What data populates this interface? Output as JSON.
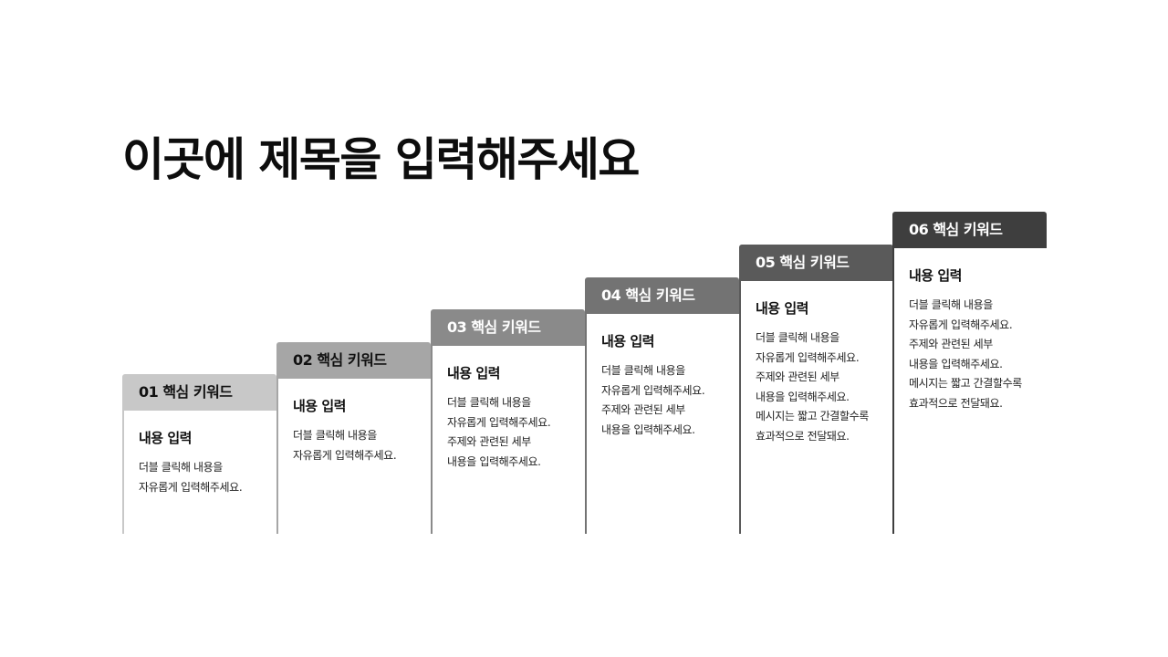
{
  "slide": {
    "title": "이곳에 제목을 입력해주세요"
  },
  "steps": [
    {
      "label": "01 핵심 키워드",
      "header_color": "#c8c8c8",
      "header_text_color": "#111111",
      "border_color": "#c8c8c8",
      "subtitle": "내용 입력",
      "lines": [
        "더블 클릭해 내용을",
        "자유롭게 입력해주세요."
      ]
    },
    {
      "label": "02 핵심 키워드",
      "header_color": "#a6a6a6",
      "header_text_color": "#111111",
      "border_color": "#a6a6a6",
      "subtitle": "내용 입력",
      "lines": [
        "더블 클릭해 내용을",
        "자유롭게 입력해주세요."
      ]
    },
    {
      "label": "03 핵심 키워드",
      "header_color": "#8a8a8a",
      "header_text_color": "#ffffff",
      "border_color": "#8a8a8a",
      "subtitle": "내용 입력",
      "lines": [
        "더블 클릭해 내용을",
        "자유롭게 입력해주세요.",
        "주제와 관련된 세부",
        "내용을 입력해주세요."
      ]
    },
    {
      "label": "04 핵심 키워드",
      "header_color": "#737373",
      "header_text_color": "#ffffff",
      "border_color": "#737373",
      "subtitle": "내용 입력",
      "lines": [
        "더블 클릭해 내용을",
        "자유롭게 입력해주세요.",
        "주제와 관련된 세부",
        "내용을 입력해주세요."
      ]
    },
    {
      "label": "05 핵심 키워드",
      "header_color": "#5a5a5a",
      "header_text_color": "#ffffff",
      "border_color": "#5a5a5a",
      "subtitle": "내용 입력",
      "lines": [
        "더블 클릭해 내용을",
        "자유롭게 입력해주세요.",
        "주제와 관련된 세부",
        "내용을 입력해주세요.",
        "메시지는 짧고 간결할수록",
        "효과적으로 전달돼요."
      ]
    },
    {
      "label": "06 핵심 키워드",
      "header_color": "#3e3e3e",
      "header_text_color": "#ffffff",
      "border_color": "#3e3e3e",
      "subtitle": "내용 입력",
      "lines": [
        "더블 클릭해 내용을",
        "자유롭게 입력해주세요.",
        "주제와 관련된 세부",
        "내용을 입력해주세요.",
        "메시지는 짧고 간결할수록",
        "효과적으로 전달돼요."
      ]
    }
  ]
}
